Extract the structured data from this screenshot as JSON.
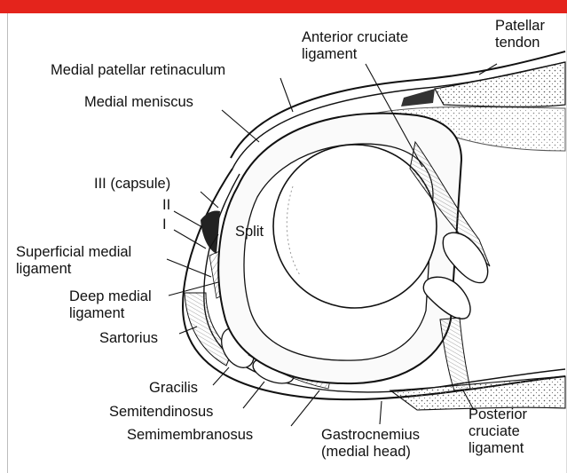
{
  "labels": {
    "patellar_tendon": [
      "Patellar",
      "tendon"
    ],
    "anterior_cruciate": [
      "Anterior cruciate",
      "ligament"
    ],
    "medial_patellar_retinaculum": "Medial patellar retinaculum",
    "medial_meniscus": "Medial meniscus",
    "capsule": "III (capsule)",
    "layer_ii": "II",
    "layer_i": "I",
    "split": "Split",
    "superficial_medial": [
      "Superficial medial",
      "ligament"
    ],
    "deep_medial": [
      "Deep medial",
      "ligament"
    ],
    "sartorius": "Sartorius",
    "gracilis": "Gracilis",
    "semitendinosus": "Semitendinosus",
    "semimembranosus": "Semimembranosus",
    "gastrocnemius": [
      "Gastrocnemius",
      "(medial head)"
    ],
    "posterior_cruciate": [
      "Posterior",
      "cruciate",
      "ligament"
    ]
  },
  "colors": {
    "accent_bar": "#e4241c",
    "ink": "#111111"
  }
}
